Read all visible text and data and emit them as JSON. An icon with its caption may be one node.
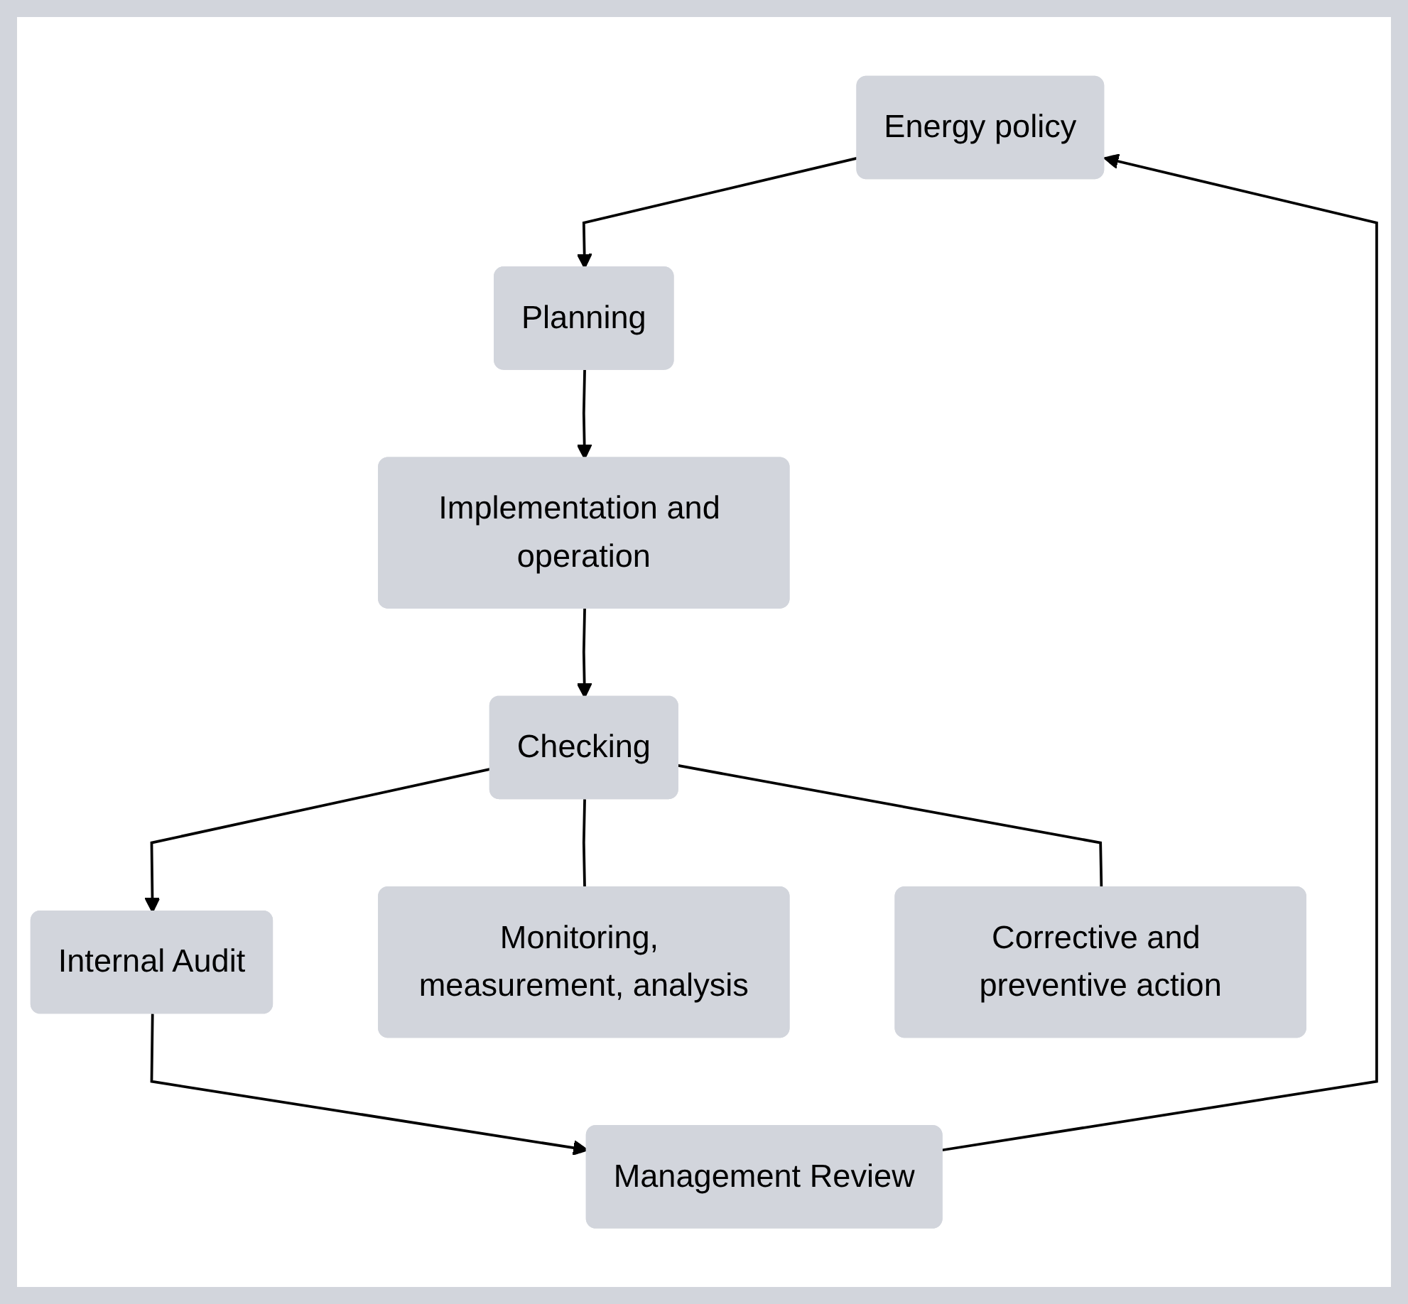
{
  "diagram": {
    "nodes": [
      {
        "text": [
          "Energy policy"
        ]
      },
      {
        "text": [
          "Planning"
        ]
      },
      {
        "text": [
          "Management Review"
        ]
      },
      {
        "text": [
          "Implementation and operation"
        ]
      },
      {
        "text": [
          "Internal Audit"
        ]
      },
      {
        "text": [
          "Checking"
        ]
      },
      {
        "text": [
          "Monitoring, measurement, analysis"
        ]
      },
      {
        "text": [
          "Corrective and preventive action"
        ]
      }
    ],
    "edges": [
      {
        "from": 2,
        "to": 0,
        "arrow": "to"
      },
      {
        "from": 0,
        "to": 1,
        "arrow": "to"
      },
      {
        "from": 1,
        "to": 3,
        "arrow": "to"
      },
      {
        "from": 3,
        "to": 5,
        "arrow": "to"
      },
      {
        "from": 5,
        "to": 4,
        "arrow": "to"
      },
      {
        "from": 4,
        "to": 2,
        "arrow": "to"
      },
      {
        "from": 5,
        "to": 6,
        "arrow": "none"
      },
      {
        "from": 5,
        "to": 7,
        "arrow": "none"
      }
    ]
  }
}
